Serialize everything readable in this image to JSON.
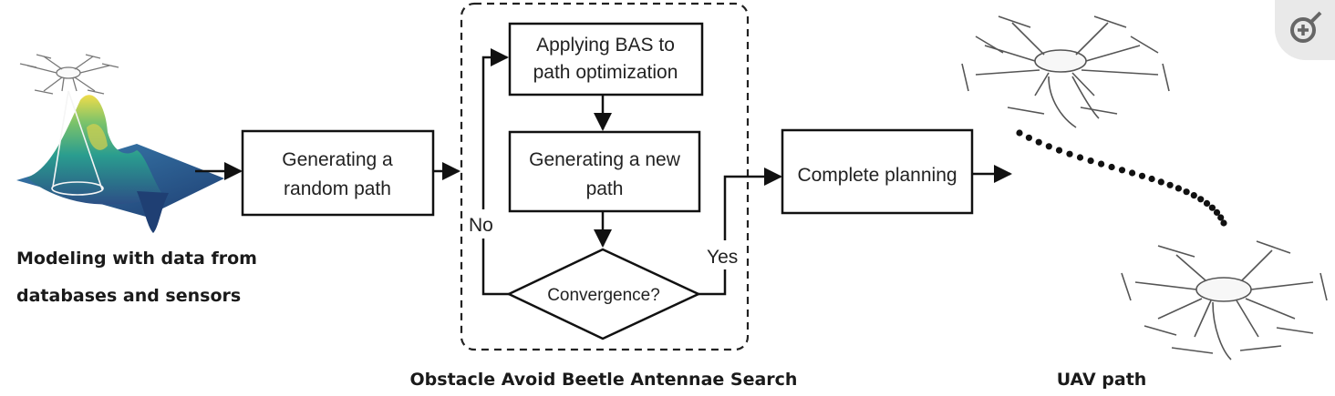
{
  "diagram": {
    "modeling_caption_line1": "Modeling with data from",
    "modeling_caption_line2": "databases and sensors",
    "random_path_line1": "Generating a",
    "random_path_line2": "random path",
    "bas_line1": "Applying BAS to",
    "bas_line2": "path optimization",
    "new_path_line1": "Generating a new",
    "new_path_line2": "path",
    "convergence": "Convergence?",
    "no_label": "No",
    "yes_label": "Yes",
    "complete_planning": "Complete planning",
    "group_caption": "Obstacle Avoid Beetle Antennae Search",
    "uav_caption": "UAV path"
  },
  "colors": {
    "line": "#111111",
    "surface_low": "#2c5f8a",
    "surface_mid": "#2a9d8f",
    "surface_high": "#e9d44a"
  },
  "icons": {
    "zoom": "zoom-in-icon"
  }
}
